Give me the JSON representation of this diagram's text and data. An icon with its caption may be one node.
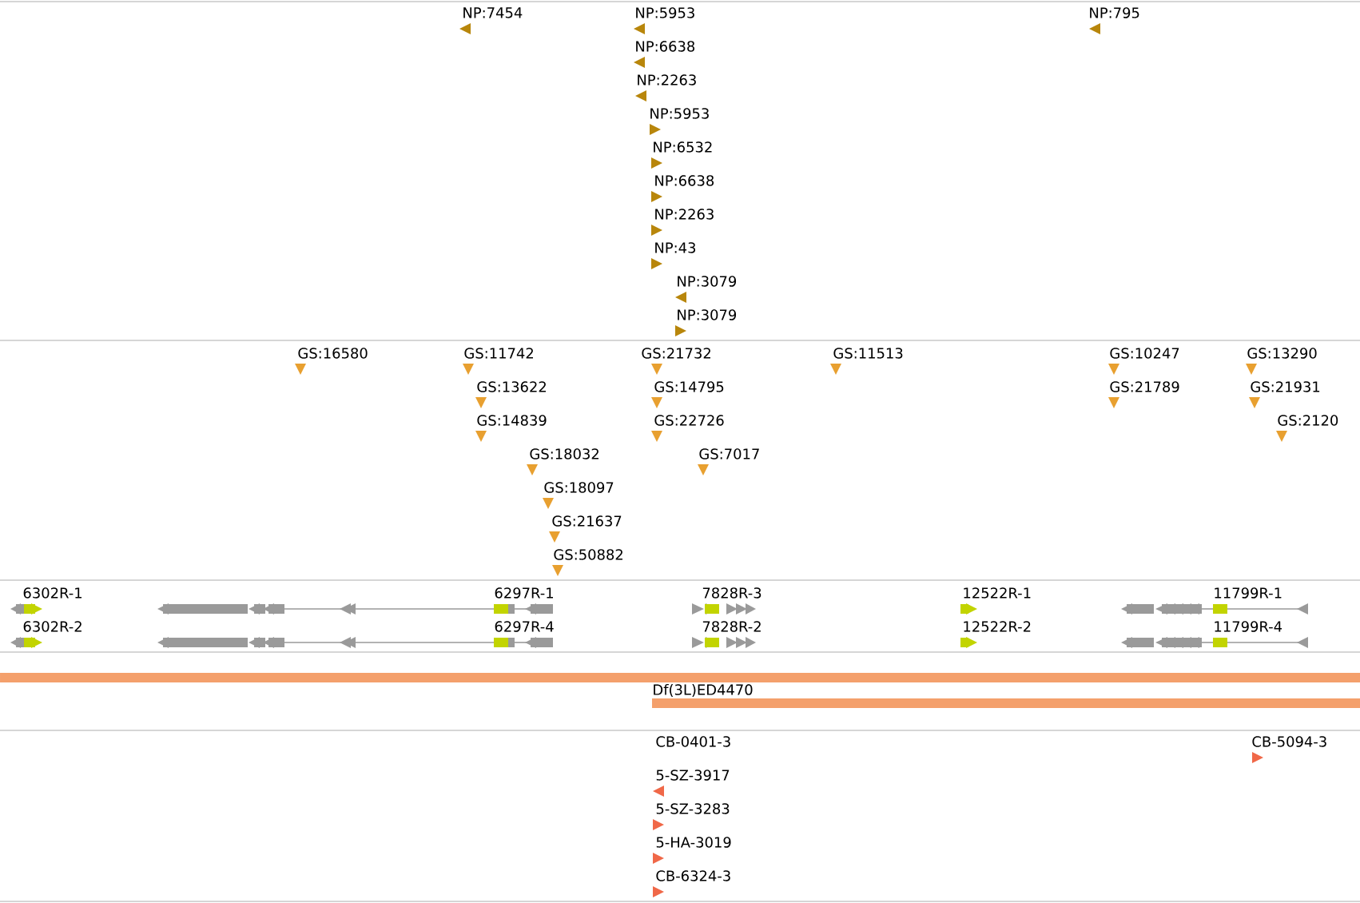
{
  "diagram": {
    "labels": [
      "NP:7454",
      "NP:5953",
      "NP:795",
      "NP:6638",
      "NP:2263",
      "NP:5953",
      "NP:6532",
      "NP:6638",
      "NP:2263",
      "NP:43",
      "NP:3079",
      "NP:3079",
      "GS:16580",
      "GS:11742",
      "GS:21732",
      "GS:11513",
      "GS:10247",
      "GS:13290",
      "GS:13622",
      "GS:14795",
      "GS:21789",
      "GS:21931",
      "GS:14839",
      "GS:22726",
      "GS:2120",
      "GS:18032",
      "GS:7017",
      "GS:18097",
      "GS:21637",
      "GS:50882",
      "6302R-1",
      "6297R-1",
      "7828R-3",
      "12522R-1",
      "11799R-1",
      "6302R-2",
      "6297R-4",
      "7828R-2",
      "12522R-2",
      "11799R-4",
      "Df(3L)ED4470",
      "CB-0401-3",
      "CB-5094-3",
      "5-SZ-3917",
      "5-SZ-3283",
      "5-HA-3019",
      "CB-6324-3"
    ]
  }
}
